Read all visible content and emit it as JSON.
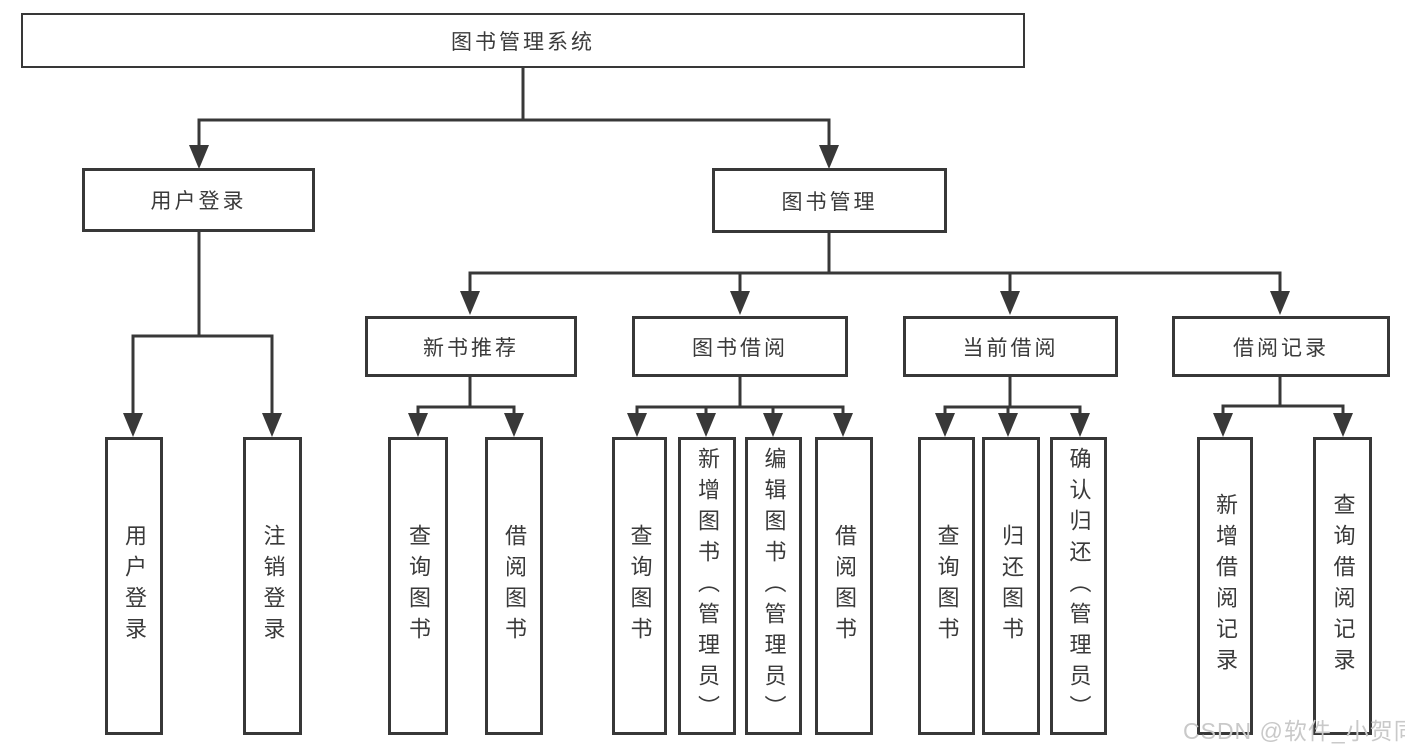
{
  "nodes": {
    "root": {
      "label": "图书管理系统"
    },
    "level1": [
      {
        "label": "用户登录"
      },
      {
        "label": "图书管理"
      }
    ],
    "level2": [
      {
        "label": "新书推荐"
      },
      {
        "label": "图书借阅"
      },
      {
        "label": "当前借阅"
      },
      {
        "label": "借阅记录"
      }
    ],
    "leaves": [
      {
        "label": "用户登录"
      },
      {
        "label": "注销登录"
      },
      {
        "label": "查询图书"
      },
      {
        "label": "借阅图书"
      },
      {
        "label": "查询图书"
      },
      {
        "label": "新增图书（管理员）"
      },
      {
        "label": "编辑图书（管理员）"
      },
      {
        "label": "借阅图书"
      },
      {
        "label": "查询图书"
      },
      {
        "label": "归还图书"
      },
      {
        "label": "确认归还（管理员）"
      },
      {
        "label": "新增借阅记录"
      },
      {
        "label": "查询借阅记录"
      }
    ]
  },
  "watermark": {
    "text": "CSDN @软件_小贺同学"
  },
  "colors": {
    "line": "#383838",
    "text": "#3a3a3a",
    "watermark": "#c9c9c9",
    "background": "#ffffff"
  }
}
